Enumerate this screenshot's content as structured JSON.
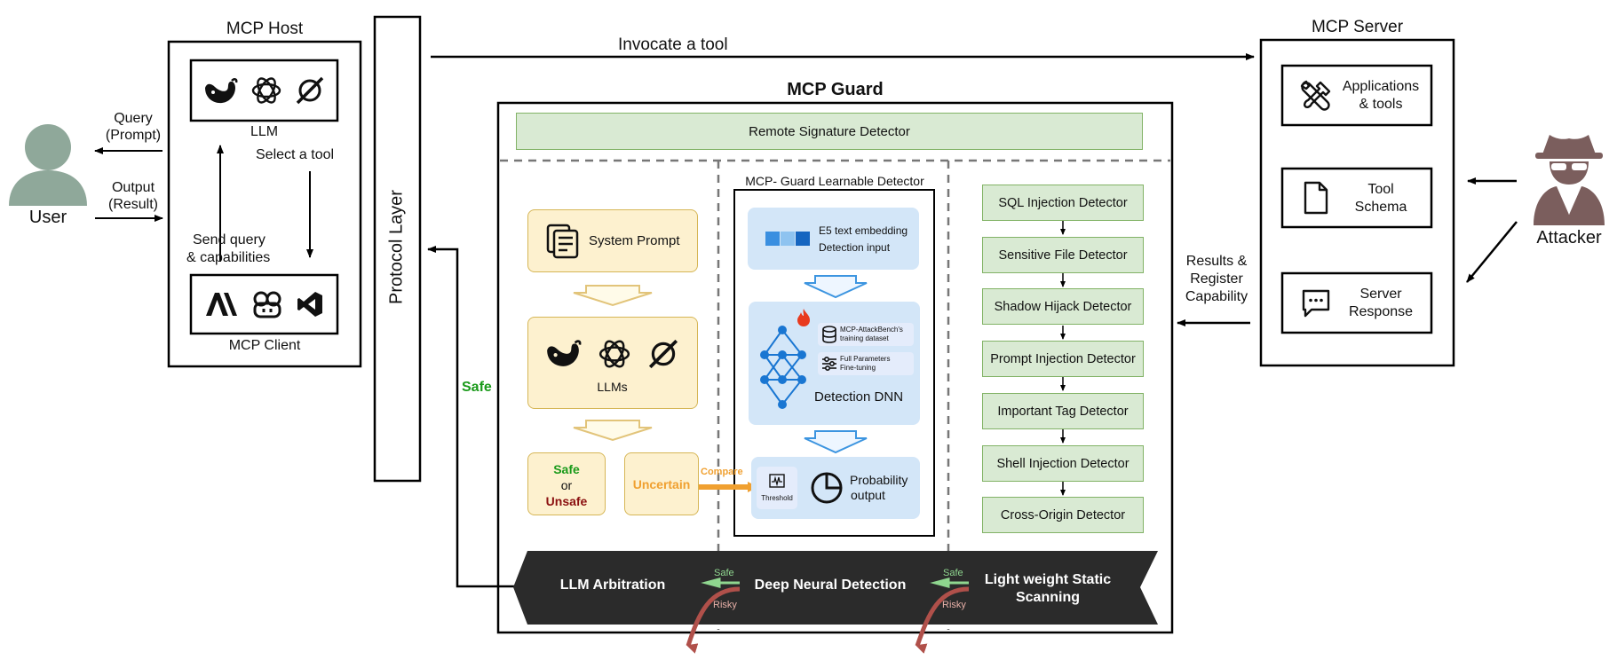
{
  "host": {
    "title": "MCP Host",
    "llm_label": "LLM",
    "client_label": "MCP Client",
    "select_tool": "Select a tool",
    "send_query_line1": "Send query",
    "send_query_line2": "& capabilities"
  },
  "user": {
    "label": "User",
    "query_line1": "Query",
    "query_line2": "(Prompt)",
    "output_line1": "Output",
    "output_line2": "(Result)"
  },
  "protocol_layer": "Protocol Layer",
  "invoke_label": "Invocate a tool",
  "safe_label": "Safe",
  "guard": {
    "title": "MCP Guard",
    "remote_detector": "Remote Signature Detector",
    "llm_col": {
      "system_prompt": "System Prompt",
      "llms": "LLMs",
      "safe": "Safe",
      "or": "or",
      "unsafe": "Unsafe",
      "uncertain": "Uncertain",
      "compare": "Compare"
    },
    "learnable": {
      "title": "MCP- Guard Learnable Detector",
      "embedding_line1": "E5 text embedding",
      "embedding_line2": "Detection input",
      "dataset_line1": "MCP-AttackBench's",
      "dataset_line2": "training dataset",
      "params_line1": "Full Parameters",
      "params_line2": "Fine-tuning",
      "dnn": "Detection DNN",
      "threshold": "Threshold",
      "prob_line1": "Probability",
      "prob_line2": "output"
    },
    "static_detectors": [
      "SQL Injection Detector",
      "Sensitive File Detector",
      "Shadow Hijack Detector",
      "Prompt Injection Detector",
      "Important Tag Detector",
      "Shell Injection Detector",
      "Cross-Origin Detector"
    ],
    "pipeline": {
      "llm_arbitration": "LLM Arbitration",
      "deep_neural": "Deep Neural Detection",
      "static_line1": "Light weight Static",
      "static_line2": "Scanning",
      "safe": "Safe",
      "risky": "Risky"
    }
  },
  "server": {
    "title": "MCP Server",
    "apps_line1": "Applications",
    "apps_line2": "& tools",
    "schema_line1": "Tool",
    "schema_line2": "Schema",
    "response_line1": "Server",
    "response_line2": "Response",
    "results_line1": "Results &",
    "results_line2": "Register",
    "results_line3": "Capability"
  },
  "attacker": {
    "label": "Attacker"
  },
  "colors": {
    "user": "#8fa89a",
    "attacker": "#7b5e5d",
    "green_box_fill": "#d9ead3",
    "green_box_border": "#82b366",
    "yellow_fill": "#fdf1cf",
    "yellow_border": "#d6b656",
    "blue_fill": "#d3e6f8",
    "pipeline": "#2b2b2b",
    "safe_green": "#1a9a1a",
    "unsafe_red": "#8b1010",
    "uncertain_orange": "#f0a030",
    "risky_red": "#b0504a"
  }
}
